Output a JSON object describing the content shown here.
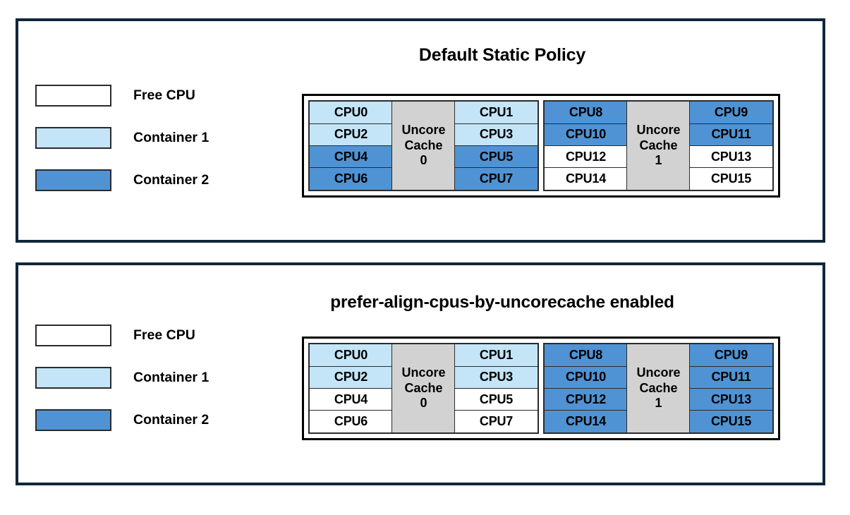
{
  "colors": {
    "free": "#ffffff",
    "container1": "#c3e5f7",
    "container2": "#4f93d4",
    "cache": "#d2d2d2",
    "panel_border": "#11263a",
    "cell_border": "#2b2b2b"
  },
  "legend": {
    "items": [
      {
        "label": "Free CPU",
        "state": "free"
      },
      {
        "label": "Container 1",
        "state": "container1"
      },
      {
        "label": "Container 2",
        "state": "container2"
      }
    ]
  },
  "panels": [
    {
      "id": "top",
      "title": "Default Static Policy",
      "cache_groups": [
        {
          "cache_label_line1": "Uncore",
          "cache_label_line2": "Cache",
          "cache_label_line3": "0",
          "left_column": [
            {
              "label": "CPU0",
              "state": "container1"
            },
            {
              "label": "CPU2",
              "state": "container1"
            },
            {
              "label": "CPU4",
              "state": "container2"
            },
            {
              "label": "CPU6",
              "state": "container2"
            }
          ],
          "right_column": [
            {
              "label": "CPU1",
              "state": "container1"
            },
            {
              "label": "CPU3",
              "state": "container1"
            },
            {
              "label": "CPU5",
              "state": "container2"
            },
            {
              "label": "CPU7",
              "state": "container2"
            }
          ]
        },
        {
          "cache_label_line1": "Uncore",
          "cache_label_line2": "Cache",
          "cache_label_line3": "1",
          "left_column": [
            {
              "label": "CPU8",
              "state": "container2"
            },
            {
              "label": "CPU10",
              "state": "container2"
            },
            {
              "label": "CPU12",
              "state": "free"
            },
            {
              "label": "CPU14",
              "state": "free"
            }
          ],
          "right_column": [
            {
              "label": "CPU9",
              "state": "container2"
            },
            {
              "label": "CPU11",
              "state": "container2"
            },
            {
              "label": "CPU13",
              "state": "free"
            },
            {
              "label": "CPU15",
              "state": "free"
            }
          ]
        }
      ]
    },
    {
      "id": "bottom",
      "title": "prefer-align-cpus-by-uncorecache enabled",
      "cache_groups": [
        {
          "cache_label_line1": "Uncore",
          "cache_label_line2": "Cache",
          "cache_label_line3": "0",
          "left_column": [
            {
              "label": "CPU0",
              "state": "container1"
            },
            {
              "label": "CPU2",
              "state": "container1"
            },
            {
              "label": "CPU4",
              "state": "free"
            },
            {
              "label": "CPU6",
              "state": "free"
            }
          ],
          "right_column": [
            {
              "label": "CPU1",
              "state": "container1"
            },
            {
              "label": "CPU3",
              "state": "container1"
            },
            {
              "label": "CPU5",
              "state": "free"
            },
            {
              "label": "CPU7",
              "state": "free"
            }
          ]
        },
        {
          "cache_label_line1": "Uncore",
          "cache_label_line2": "Cache",
          "cache_label_line3": "1",
          "left_column": [
            {
              "label": "CPU8",
              "state": "container2"
            },
            {
              "label": "CPU10",
              "state": "container2"
            },
            {
              "label": "CPU12",
              "state": "container2"
            },
            {
              "label": "CPU14",
              "state": "container2"
            }
          ],
          "right_column": [
            {
              "label": "CPU9",
              "state": "container2"
            },
            {
              "label": "CPU11",
              "state": "container2"
            },
            {
              "label": "CPU13",
              "state": "container2"
            },
            {
              "label": "CPU15",
              "state": "container2"
            }
          ]
        }
      ]
    }
  ]
}
